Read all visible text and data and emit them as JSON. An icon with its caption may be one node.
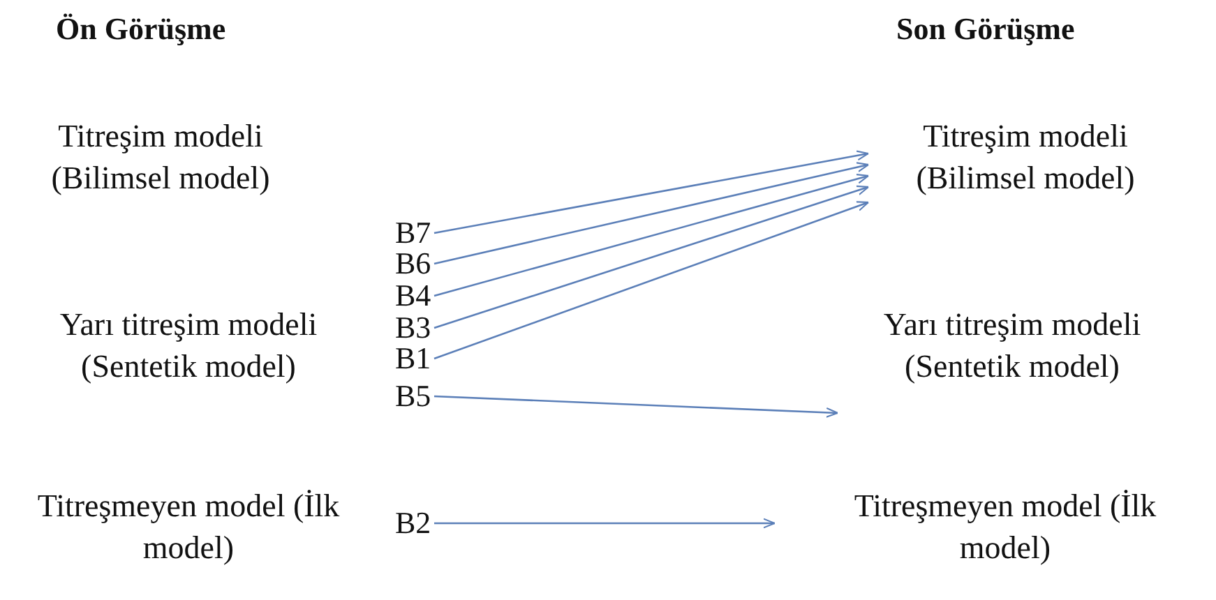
{
  "diagram": {
    "nodes": [
      {
        "text": [
          "Titreşim modeli (Bilimsel model)"
        ]
      },
      {
        "text": [
          "Yarı titreşim modeli (Sentetik model)"
        ]
      },
      {
        "text": [
          "Titreşmeyen model (İlk model)"
        ]
      },
      {
        "text": [
          "B7"
        ]
      },
      {
        "text": [
          "B6"
        ]
      },
      {
        "text": [
          "B4"
        ]
      },
      {
        "text": [
          "B3"
        ]
      },
      {
        "text": [
          "B1"
        ]
      },
      {
        "text": [
          "B5"
        ]
      },
      {
        "text": [
          "B2"
        ]
      },
      {
        "text": [
          "Titreşim modeli (Bilimsel model)"
        ]
      },
      {
        "text": [
          "Yarı titreşim modeli (Sentetik model)"
        ]
      },
      {
        "text": [
          "Titreşmeyen model (İlk model)"
        ]
      }
    ],
    "edges": [
      {
        "from": 3,
        "to": 10,
        "arrow": "to"
      },
      {
        "from": 4,
        "to": 10,
        "arrow": "to"
      },
      {
        "from": 5,
        "to": 10,
        "arrow": "to"
      },
      {
        "from": 6,
        "to": 10,
        "arrow": "to"
      },
      {
        "from": 7,
        "to": 10,
        "arrow": "to"
      },
      {
        "from": 8,
        "to": 11,
        "arrow": "to"
      },
      {
        "from": 9,
        "to": 12,
        "arrow": "to"
      }
    ],
    "labels": [
      "Ön Görüşme",
      "Son Görüşme"
    ]
  }
}
